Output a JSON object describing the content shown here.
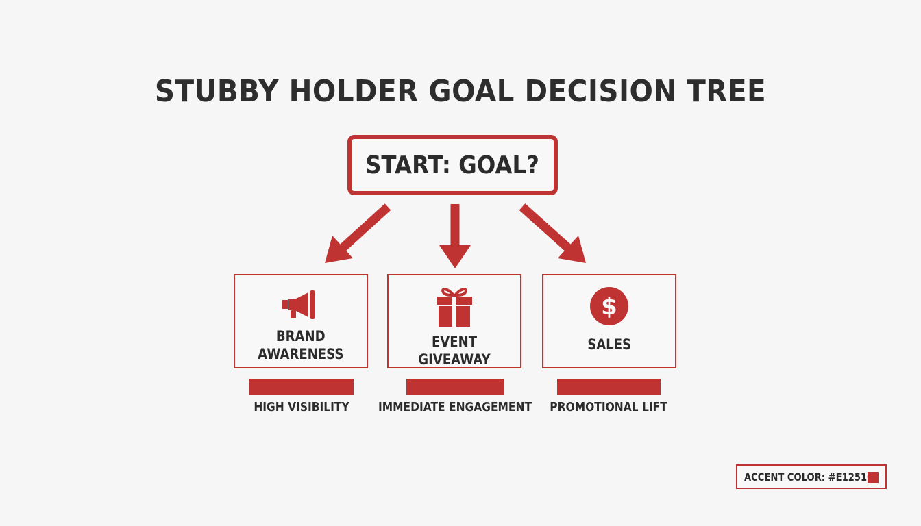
{
  "title": "STUBBY HOLDER GOAL DECISION TREE",
  "start": {
    "label": "START: GOAL?"
  },
  "branches": [
    {
      "label": "BRAND\nAWARENESS",
      "icon": "megaphone-icon",
      "outcome": "HIGH VISIBILITY"
    },
    {
      "label": "EVENT GIVEAWAY",
      "icon": "gift-icon",
      "outcome": "IMMEDIATE ENGAGEMENT"
    },
    {
      "label": "SALES",
      "icon": "dollar-icon",
      "outcome": "PROMOTIONAL LIFT"
    }
  ],
  "legend": {
    "label": "ACCENT COLOR: #E1251C",
    "color": "#E1251C"
  },
  "colors": {
    "accent_rendered": "#C03333",
    "text": "#2B2B2B",
    "background": "#F6F6F6"
  }
}
